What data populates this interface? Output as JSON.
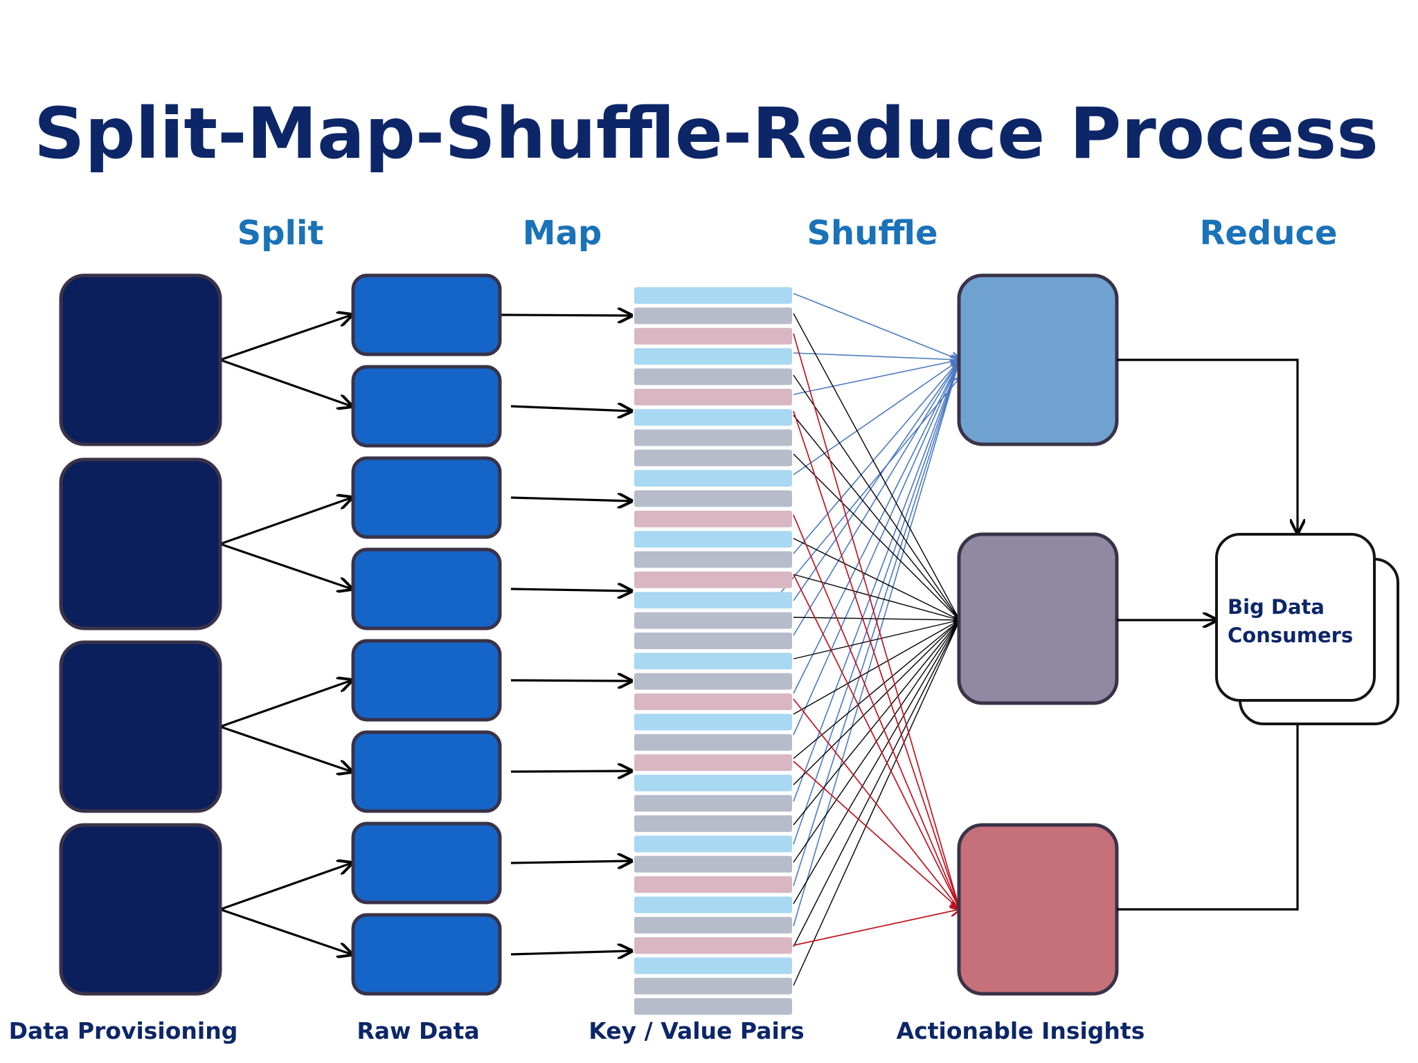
{
  "title": "Split-Map-Shuffle-Reduce Process",
  "stages": {
    "split": "Split",
    "map": "Map",
    "shuffle": "Shuffle",
    "reduce": "Reduce"
  },
  "bottom_labels": {
    "data_provisioning": "Data Provisioning",
    "raw_data": "Raw Data",
    "key_value_pairs": "Key / Value Pairs",
    "actionable_insights": "Actionable Insights"
  },
  "consumer": {
    "line1": "Big Data",
    "line2": "Consumers"
  },
  "colors": {
    "title": "#0d2668",
    "stage": "#1a72b8",
    "provision": "#0a1f5c",
    "raw": "#1565c8",
    "kv_blue": "#a9d8f2",
    "kv_gray": "#b7bccb",
    "kv_pink": "#d8b7c3",
    "reduce_blue": "#6fa2d0",
    "reduce_gray": "#8f8aa1",
    "reduce_red": "#c6707a",
    "arrow": "#000000",
    "shuffle_blue": "#4b79c2",
    "shuffle_red": "#c1121f"
  }
}
